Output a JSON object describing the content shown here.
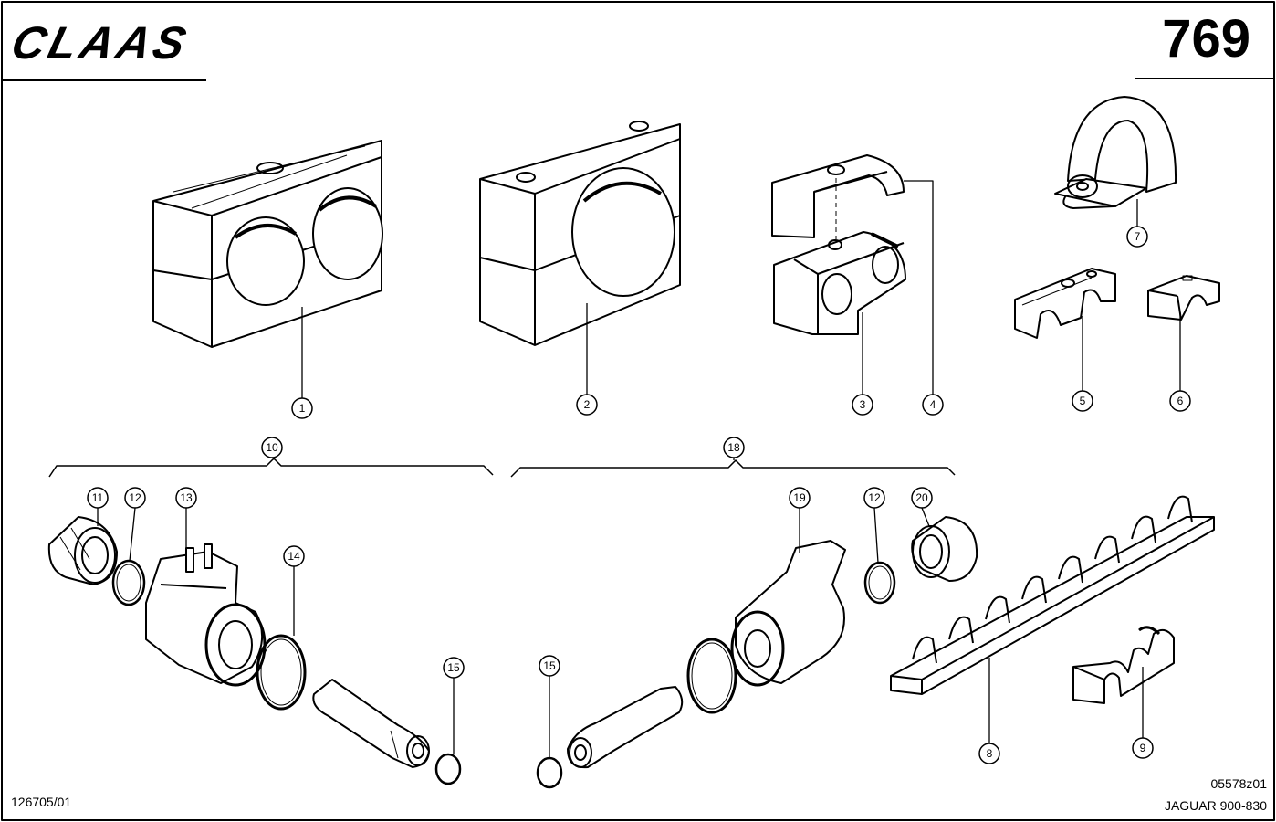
{
  "header": {
    "brand": "CLAAS",
    "page_number": "769"
  },
  "footer": {
    "document_number": "126705/01",
    "figure_number": "05578z01",
    "model": "JAGUAR 900-830"
  },
  "callouts": {
    "c1": "1",
    "c2": "2",
    "c3": "3",
    "c4": "4",
    "c5": "5",
    "c6": "6",
    "c7": "7",
    "c8": "8",
    "c9": "9",
    "c10": "10",
    "c11": "11",
    "c12a": "12",
    "c13": "13",
    "c14": "14",
    "c15a": "15",
    "c15b": "15",
    "c18": "18",
    "c19": "19",
    "c12b": "12",
    "c20": "20"
  }
}
